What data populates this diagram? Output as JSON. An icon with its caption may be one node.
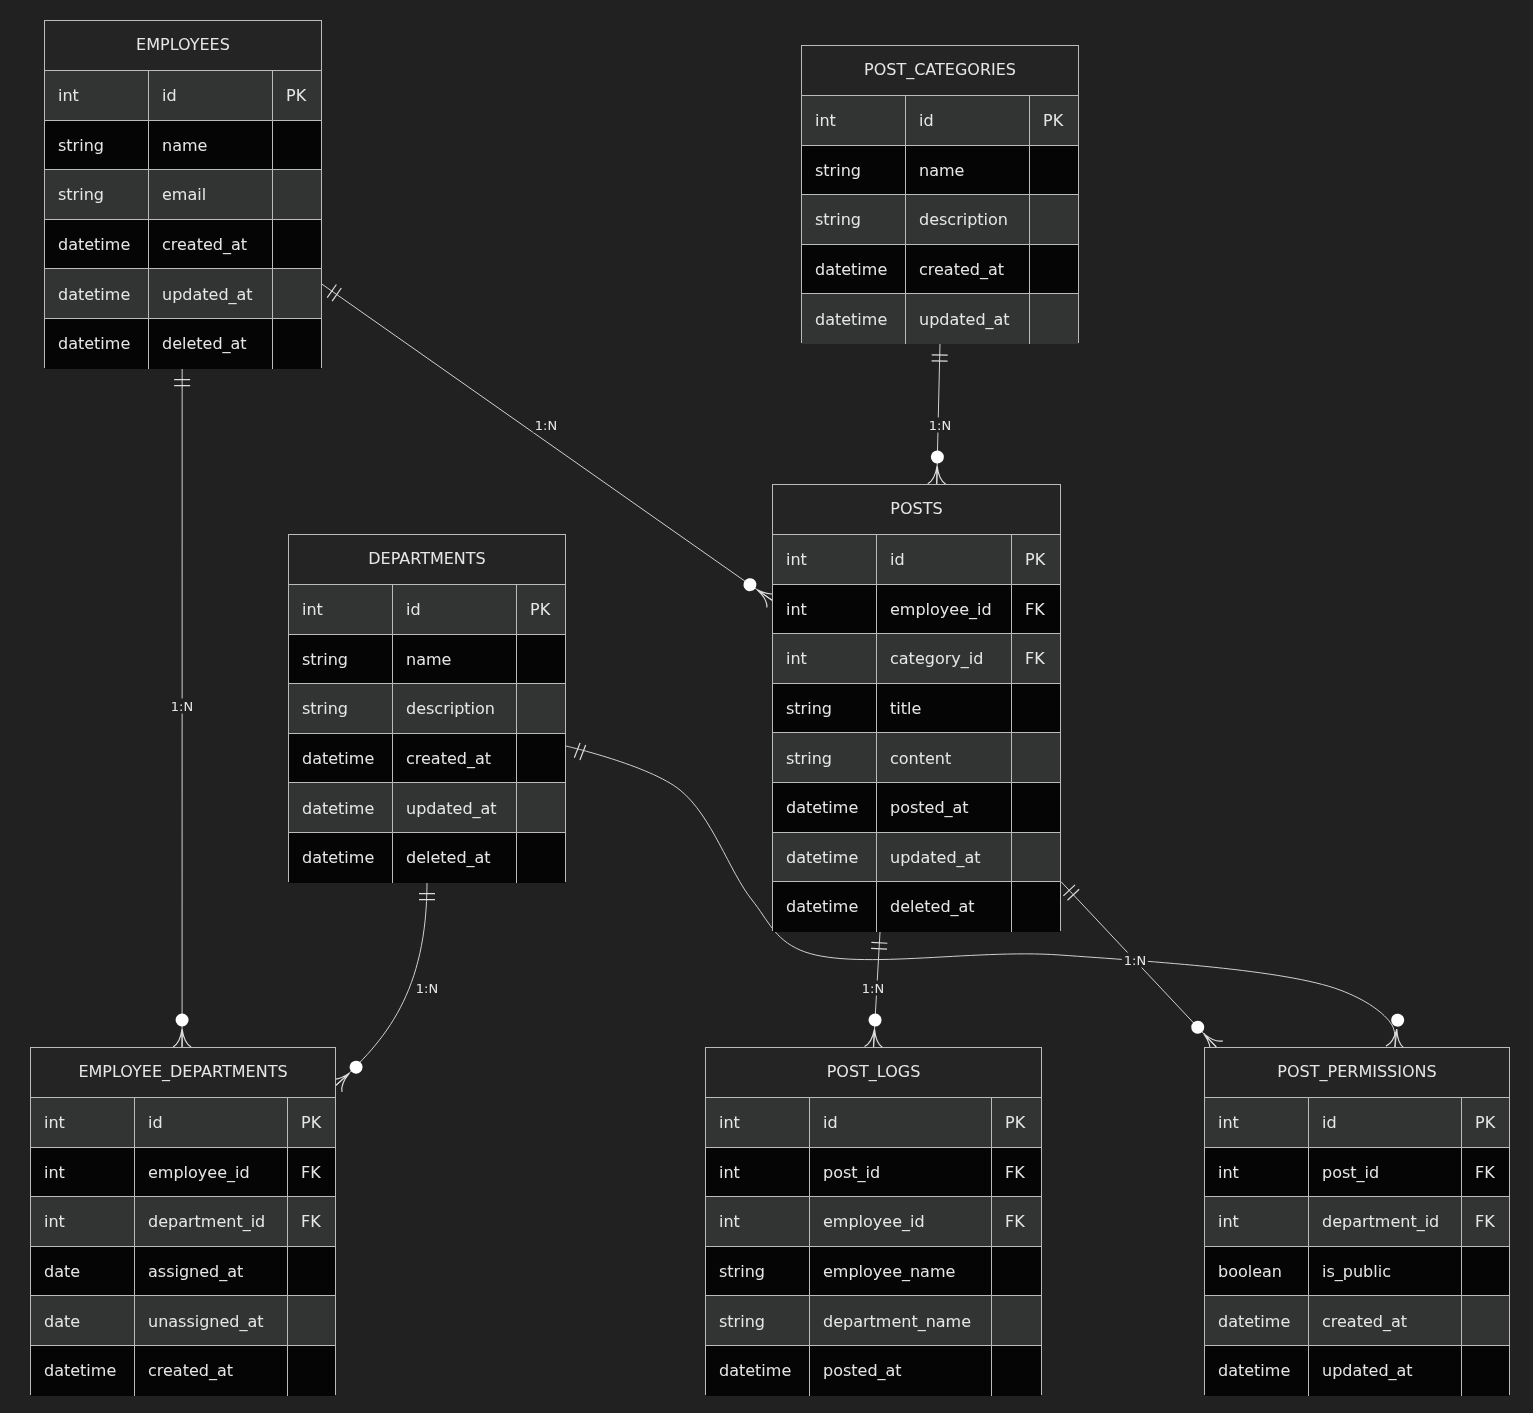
{
  "diagram": {
    "nodes": [
      {
        "text": [
          "EMPLOYEES"
        ]
      },
      {
        "text": [
          "int",
          "id",
          "PK"
        ],
        "in": 0
      },
      {
        "text": [
          "string",
          "name"
        ],
        "in": 0
      },
      {
        "text": [
          "string",
          "email"
        ],
        "in": 0
      },
      {
        "text": [
          "datetime",
          "created_at"
        ],
        "in": 0
      },
      {
        "text": [
          "datetime",
          "updated_at"
        ],
        "in": 0
      },
      {
        "text": [
          "datetime",
          "deleted_at"
        ],
        "in": 0
      },
      {
        "text": [
          "POST_CATEGORIES"
        ]
      },
      {
        "text": [
          "int",
          "id",
          "PK"
        ],
        "in": 7
      },
      {
        "text": [
          "string",
          "name"
        ],
        "in": 7
      },
      {
        "text": [
          "string",
          "description"
        ],
        "in": 7
      },
      {
        "text": [
          "datetime",
          "created_at"
        ],
        "in": 7
      },
      {
        "text": [
          "datetime",
          "updated_at"
        ],
        "in": 7
      },
      {
        "text": [
          "DEPARTMENTS"
        ]
      },
      {
        "text": [
          "int",
          "id",
          "PK"
        ],
        "in": 13
      },
      {
        "text": [
          "string",
          "name"
        ],
        "in": 13
      },
      {
        "text": [
          "string",
          "description"
        ],
        "in": 13
      },
      {
        "text": [
          "datetime",
          "created_at"
        ],
        "in": 13
      },
      {
        "text": [
          "datetime",
          "updated_at"
        ],
        "in": 13
      },
      {
        "text": [
          "datetime",
          "deleted_at"
        ],
        "in": 13
      },
      {
        "text": [
          "POSTS"
        ]
      },
      {
        "text": [
          "int",
          "id",
          "PK"
        ],
        "in": 20
      },
      {
        "text": [
          "int",
          "employee_id",
          "FK"
        ],
        "in": 20
      },
      {
        "text": [
          "int",
          "category_id",
          "FK"
        ],
        "in": 20
      },
      {
        "text": [
          "string",
          "title"
        ],
        "in": 20
      },
      {
        "text": [
          "string",
          "content"
        ],
        "in": 20
      },
      {
        "text": [
          "datetime",
          "posted_at"
        ],
        "in": 20
      },
      {
        "text": [
          "datetime",
          "updated_at"
        ],
        "in": 20
      },
      {
        "text": [
          "datetime",
          "deleted_at"
        ],
        "in": 20
      },
      {
        "text": [
          "EMPLOYEE_DEPARTMENTS"
        ]
      },
      {
        "text": [
          "int",
          "id",
          "PK"
        ],
        "in": 29
      },
      {
        "text": [
          "int",
          "employee_id",
          "FK"
        ],
        "in": 29
      },
      {
        "text": [
          "int",
          "department_id",
          "FK"
        ],
        "in": 29
      },
      {
        "text": [
          "date",
          "assigned_at"
        ],
        "in": 29
      },
      {
        "text": [
          "date",
          "unassigned_at"
        ],
        "in": 29
      },
      {
        "text": [
          "datetime",
          "created_at"
        ],
        "in": 29
      },
      {
        "text": [
          "POST_LOGS"
        ]
      },
      {
        "text": [
          "int",
          "id",
          "PK"
        ],
        "in": 36
      },
      {
        "text": [
          "int",
          "post_id",
          "FK"
        ],
        "in": 36
      },
      {
        "text": [
          "int",
          "employee_id",
          "FK"
        ],
        "in": 36
      },
      {
        "text": [
          "string",
          "employee_name"
        ],
        "in": 36
      },
      {
        "text": [
          "string",
          "department_name"
        ],
        "in": 36
      },
      {
        "text": [
          "datetime",
          "posted_at"
        ],
        "in": 36
      },
      {
        "text": [
          "POST_PERMISSIONS"
        ]
      },
      {
        "text": [
          "int",
          "id",
          "PK"
        ],
        "in": 43
      },
      {
        "text": [
          "int",
          "post_id",
          "FK"
        ],
        "in": 43
      },
      {
        "text": [
          "int",
          "department_id",
          "FK"
        ],
        "in": 43
      },
      {
        "text": [
          "boolean",
          "is_public"
        ],
        "in": 43
      },
      {
        "text": [
          "datetime",
          "created_at"
        ],
        "in": 43
      },
      {
        "text": [
          "datetime",
          "updated_at"
        ],
        "in": 43
      }
    ],
    "edges": [
      {
        "from": 0,
        "to": 20,
        "arrow": "other",
        "label": "1:N"
      },
      {
        "from": 7,
        "to": 20,
        "arrow": "other",
        "label": "1:N"
      },
      {
        "from": 0,
        "to": 29,
        "arrow": "other",
        "label": "1:N"
      },
      {
        "from": 13,
        "to": 29,
        "arrow": "other",
        "label": "1:N"
      },
      {
        "from": 20,
        "to": 36,
        "arrow": "other",
        "label": "1:N"
      },
      {
        "from": 20,
        "to": 43,
        "arrow": "other",
        "label": "1:N"
      },
      {
        "from": 13,
        "to": 43,
        "arrow": "other"
      }
    ]
  }
}
